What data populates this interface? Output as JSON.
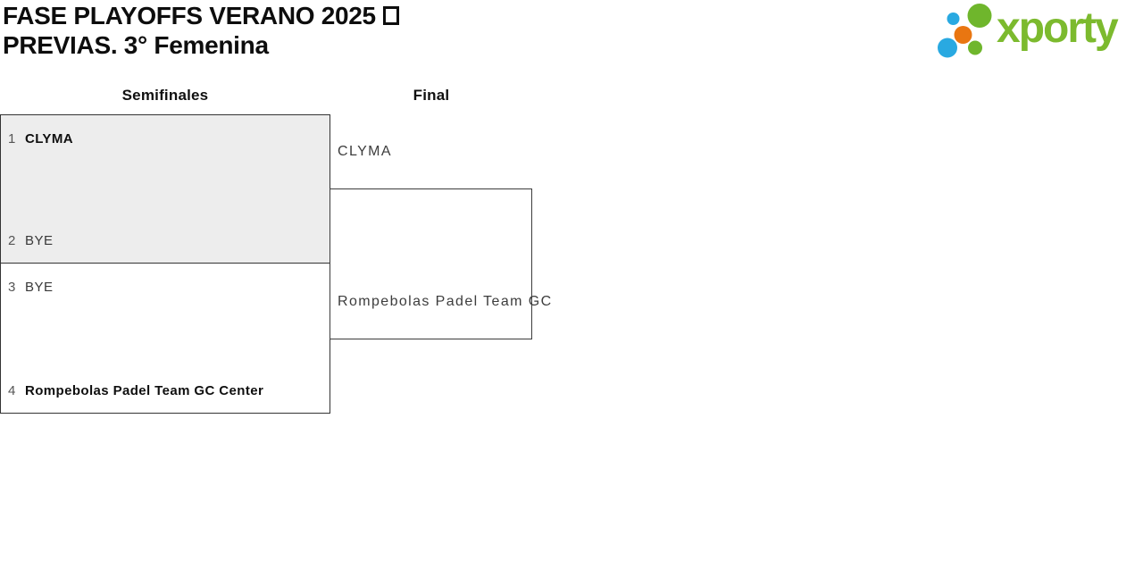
{
  "header": {
    "title_line1": "FASE PLAYOFFS VERANO 2025",
    "title_glyph": "□",
    "title_line2": "PREVIAS. 3° Femenina"
  },
  "logo": {
    "wordmark": "xporty",
    "colors": {
      "blue": "#29a9e1",
      "orange": "#e97611",
      "green": "#6fb62c",
      "wordmark_green": "#7cba2e"
    }
  },
  "bracket": {
    "round_headers": {
      "semifinals": "Semifinales",
      "final": "Final"
    },
    "semifinal_matches": [
      {
        "slots": [
          {
            "seed": "1",
            "name": "CLYMA"
          },
          {
            "seed": "2",
            "name": "BYE"
          }
        ]
      },
      {
        "slots": [
          {
            "seed": "3",
            "name": "BYE"
          },
          {
            "seed": "4",
            "name": "Rompebolas Padel Team GC Center"
          }
        ]
      }
    ],
    "final_match": {
      "top_winner": "CLYMA",
      "bottom_winner": "Rompebolas Padel Team GC"
    }
  },
  "colors": {
    "highlight_box_bg": "#ededed",
    "box_border": "#333333"
  }
}
